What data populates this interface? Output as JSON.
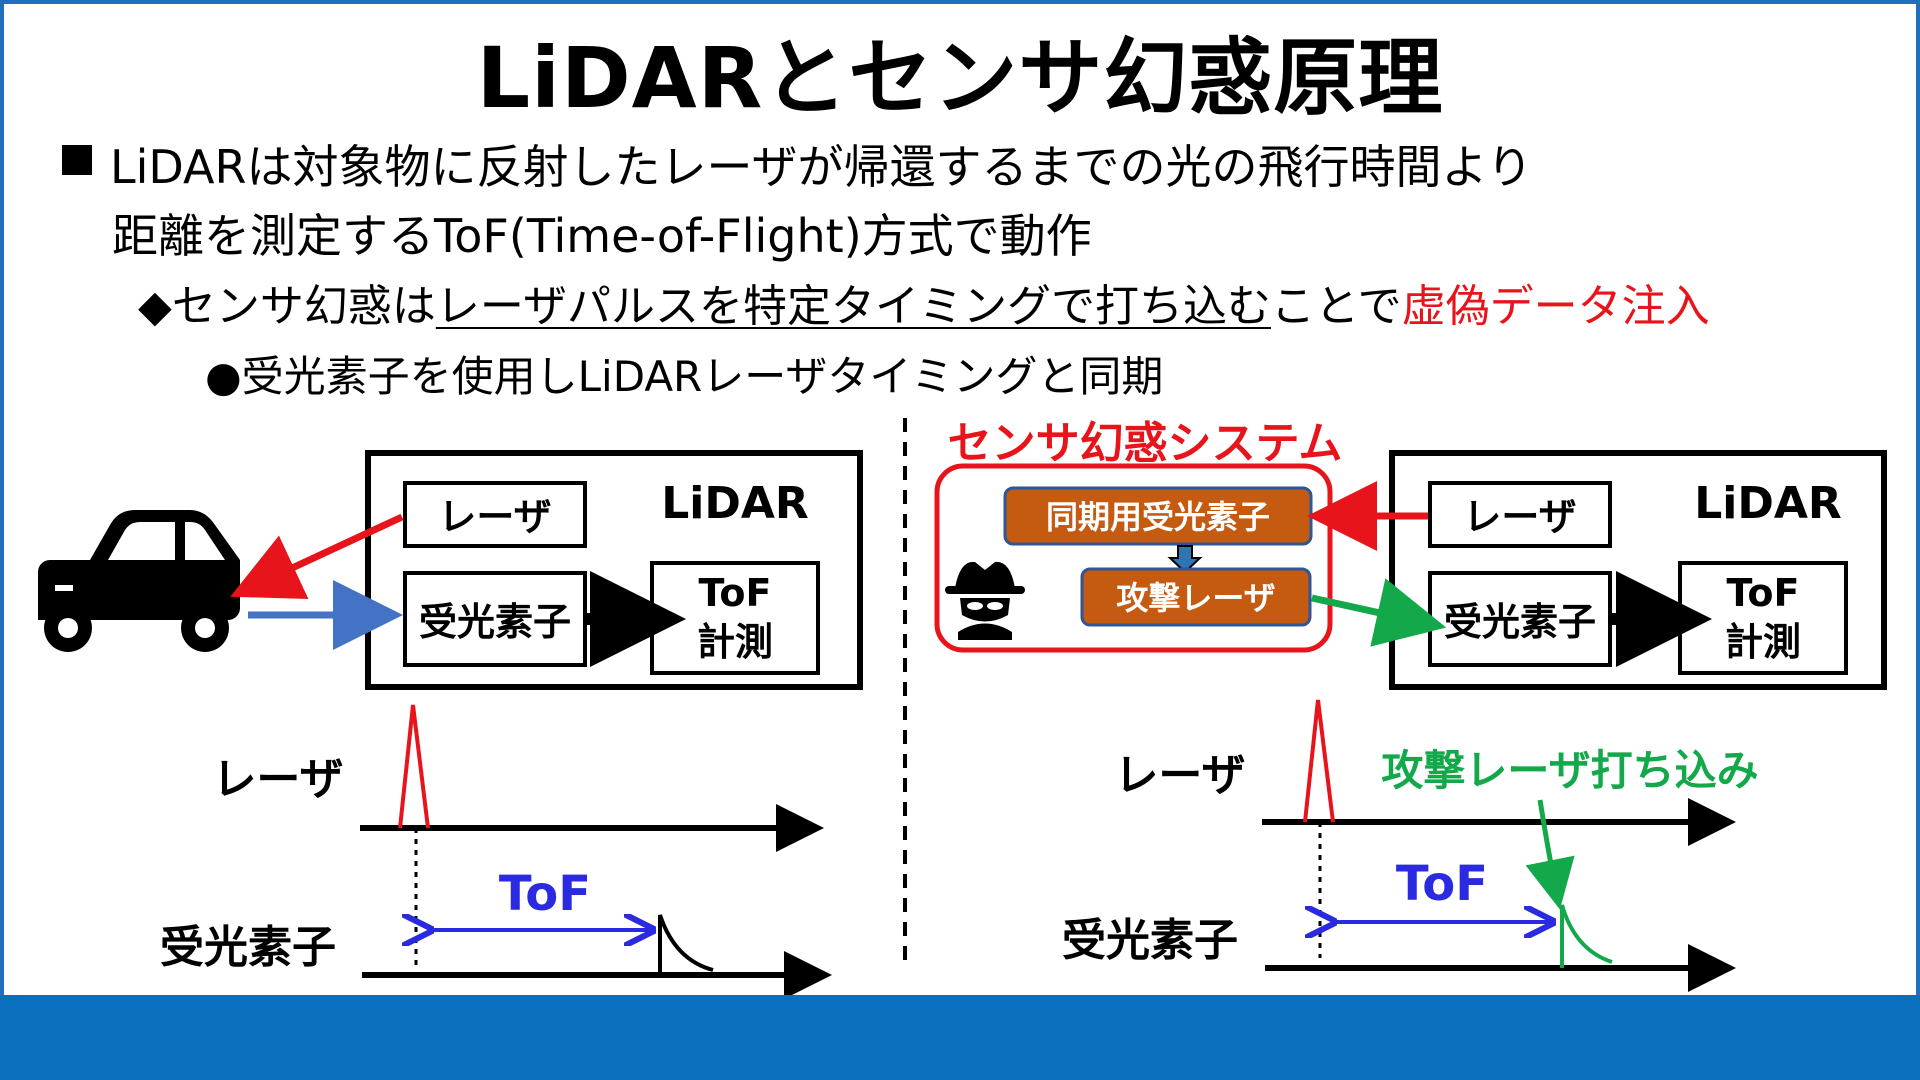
{
  "title": "LiDARとセンサ幻惑原理",
  "bullets": {
    "b1_line1": "LiDARは対象物に反射したレーザが帰還するまでの光の飛行時間より",
    "b1_line2": "距離を測定するToF(Time-of-Flight)方式で動作",
    "b2_prefix": "◆センサ幻惑は",
    "b2_underlined": "レーザパルスを特定タイミングで打ち込む",
    "b2_middle": "ことで",
    "b2_red": "虚偽データ注入",
    "b3": "●受光素子を使用しLiDARレーザタイミングと同期"
  },
  "left_diagram": {
    "lidar_label": "LiDAR",
    "laser": "レーザ",
    "receiver": "受光素子",
    "tof_line1": "ToF",
    "tof_line2": "計測",
    "timing_laser": "レーザ",
    "timing_receiver": "受光素子",
    "tof": "ToF"
  },
  "right_diagram": {
    "system_title": "センサ幻惑システム",
    "sync_receiver": "同期用受光素子",
    "attack_laser": "攻撃レーザ",
    "lidar_label": "LiDAR",
    "laser": "レーザ",
    "receiver": "受光素子",
    "tof_line1": "ToF",
    "tof_line2": "計測",
    "timing_laser": "レーザ",
    "timing_receiver": "受光素子",
    "tof": "ToF",
    "attack_note": "攻撃レーザ打ち込み"
  },
  "icons": [
    "car-icon",
    "hacker-icon"
  ],
  "colors": {
    "border_blue": "#1f6fbf",
    "band_blue": "#0a6fbf",
    "red": "#e8141b",
    "blue_arrow": "#4472c4",
    "green": "#13a84a",
    "tof_blue": "#2a2ae0",
    "orange_box": "#c55a11",
    "orange_border": "#2f5597"
  }
}
